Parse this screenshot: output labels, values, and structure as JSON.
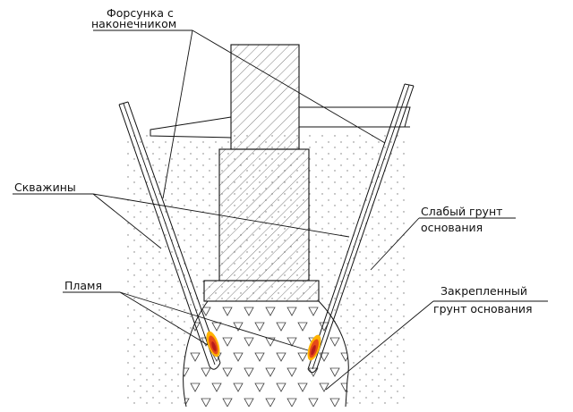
{
  "labels": {
    "nozzle_line1": "Форсунка с",
    "nozzle_line2": "наконечником",
    "wells": "Скважины",
    "flame": "Пламя",
    "weak_soil_line1": "Слабый грунт",
    "weak_soil_line2": "основания",
    "fixed_soil_line1": "Закрепленный",
    "fixed_soil_line2": "грунт основания"
  },
  "colors": {
    "line": "#111111",
    "flame_outer": "#ffb300",
    "flame_mid": "#e64a19",
    "flame_core": "#b71c1c"
  },
  "icons": {
    "flame": "flame-icon",
    "triangle": "triangle-mark-icon"
  }
}
